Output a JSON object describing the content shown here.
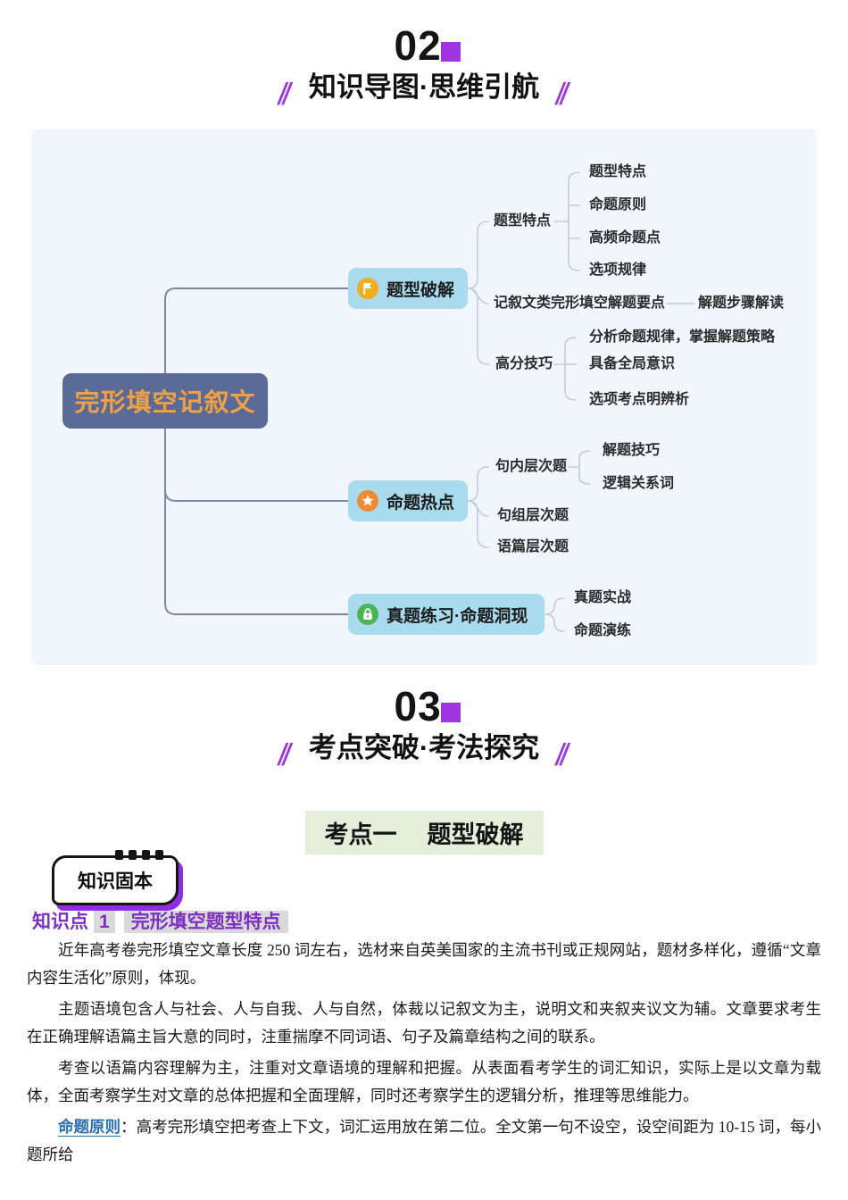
{
  "decor": {
    "slash": "∥"
  },
  "section02": {
    "number": "02",
    "title": "知识导图·思维引航"
  },
  "section03": {
    "number": "03",
    "title": "考点突破·考法探究"
  },
  "colors": {
    "accent_purple": "#9e35e0",
    "panel_bg": "#f1f6fd",
    "root_bg": "#5a6b96",
    "root_text": "#f2a045",
    "branch_bg": "#a7dbed",
    "flag_icon": "#f2ac1d",
    "star_icon": "#f08b33",
    "lock_icon": "#4cb455",
    "heading_bg_green": "#e3efda",
    "kp_highlight": "#d9d9d9",
    "principle_blue": "#2a6fb0"
  },
  "mindmap": {
    "root_label": "完形填空记叙文",
    "branch1": {
      "label": "题型破解",
      "icon": "flag-icon",
      "l2_1": {
        "label": "题型特点",
        "children": [
          "题型特点",
          "命题原则",
          "高频命题点",
          "选项规律"
        ]
      },
      "l2_2": {
        "label": "记叙文类完形填空解题要点",
        "children": [
          "解题步骤解读"
        ]
      },
      "l2_3": {
        "label": "高分技巧",
        "children": [
          "分析命题规律，掌握解题策略",
          "具备全局意识",
          "选项考点明辨析"
        ]
      }
    },
    "branch2": {
      "label": "命题热点",
      "icon": "star-icon",
      "l2_1": {
        "label": "句内层次题",
        "children": [
          "解题技巧",
          "逻辑关系词"
        ]
      },
      "l2_2": {
        "label": "句组层次题"
      },
      "l2_3": {
        "label": "语篇层次题"
      }
    },
    "branch3": {
      "label": "真题练习·命题洞现",
      "icon": "lock-icon",
      "children": [
        "真题实战",
        "命题演练"
      ]
    }
  },
  "exam_point": {
    "label": "考点一",
    "title": "题型破解"
  },
  "badge": {
    "label": "知识固本"
  },
  "knowledge_point": {
    "label": "知识点",
    "number": "1",
    "title": "完形填空题型特点"
  },
  "body": {
    "p1": "近年高考卷完形填空文章长度 250 词左右，选材来自英美国家的主流书刊或正规网站，题材多样化，遵循“文章内容生活化”原则，体现。",
    "p2": "主题语境包含人与社会、人与自我、人与自然，体裁以记叙文为主，说明文和夹叙夹议文为辅。文章要求考生在正确理解语篇主旨大意的同时，注重揣摩不同词语、句子及篇章结构之间的联系。",
    "p3": "考查以语篇内容理解为主，注重对文章语境的理解和把握。从表面看考学生的词汇知识，实际上是以文章为载体，全面考察学生对文章的总体把握和全面理解，同时还考察学生的逻辑分析，推理等思维能力。",
    "principle_label": "命题原则",
    "principle_colon": "：",
    "principle_text": "高考完形填空把考查上下文，词汇运用放在第二位。全文第一句不设空，设空间距为 10-15 词，每小题所给"
  }
}
